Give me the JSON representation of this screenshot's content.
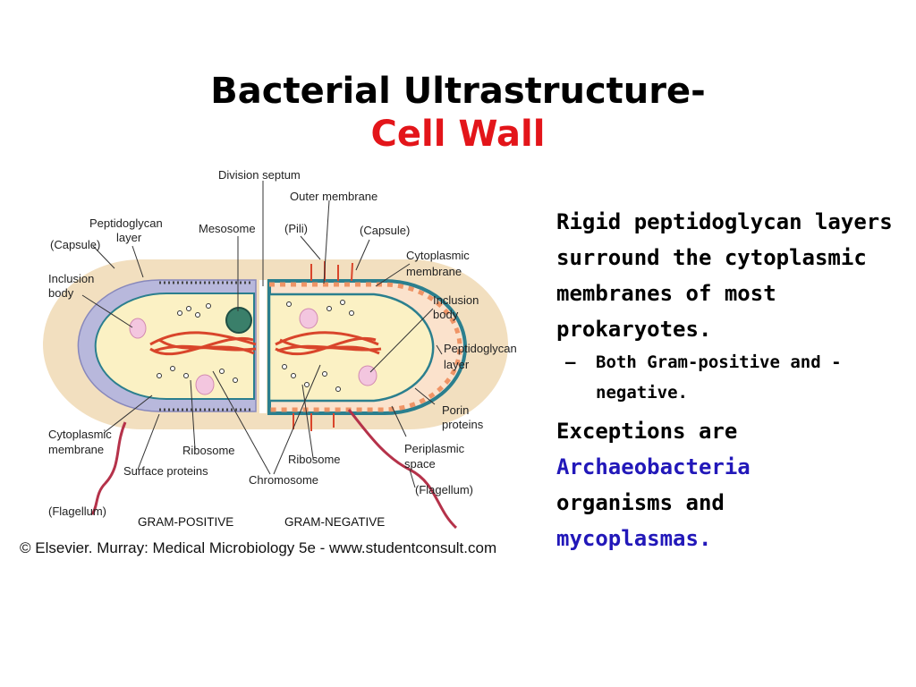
{
  "slide": {
    "title_line1": "Bacterial Ultrastructure-",
    "title_line2": "Cell Wall",
    "title_line2_color": "#e3151a",
    "accent_blue": "#2218b9"
  },
  "figure": {
    "labels": {
      "division_septum": "Division septum",
      "outer_membrane": "Outer membrane",
      "peptidoglycan_layer_left": "Peptidoglycan",
      "peptidoglycan_layer_left_2": "layer",
      "capsule_left": "(Capsule)",
      "mesosome": "Mesosome",
      "pili": "(Pili)",
      "capsule_right": "(Capsule)",
      "cytoplasmic_membrane_right": "Cytoplasmic",
      "cytoplasmic_membrane_right_2": "membrane",
      "inclusion_body_left": "Inclusion",
      "inclusion_body_left_2": "body",
      "inclusion_body_right": "Inclusion",
      "inclusion_body_right_2": "body",
      "peptidoglycan_layer_right": "Peptidoglycan",
      "peptidoglycan_layer_right_2": "layer",
      "porin_proteins": "Porin",
      "porin_proteins_2": "proteins",
      "cytoplasmic_membrane_left": "Cytoplasmic",
      "cytoplasmic_membrane_left_2": "membrane",
      "ribosome_left": "Ribosome",
      "ribosome_right": "Ribosome",
      "periplasmic_space": "Periplasmic",
      "periplasmic_space_2": "space",
      "surface_proteins": "Surface proteins",
      "chromosome": "Chromosome",
      "flagellum_left": "(Flagellum)",
      "flagellum_right": "(Flagellum)",
      "gram_positive": "GRAM-POSITIVE",
      "gram_negative": "GRAM-NEGATIVE"
    },
    "credit": "© Elsevier. Murray: Medical Microbiology 5e - www.studentconsult.com"
  },
  "text": {
    "point1": "Rigid peptidoglycan layers surround the cytoplasmic membranes of most prokaryotes.",
    "subpoint_dash": "–",
    "subpoint": "Both Gram-positive and -negative.",
    "point2_part1": "Exceptions are",
    "point2_archaeo": "Archaeobacteria",
    "point2_part2": "organisms and",
    "point2_myco": "mycoplasmas."
  }
}
